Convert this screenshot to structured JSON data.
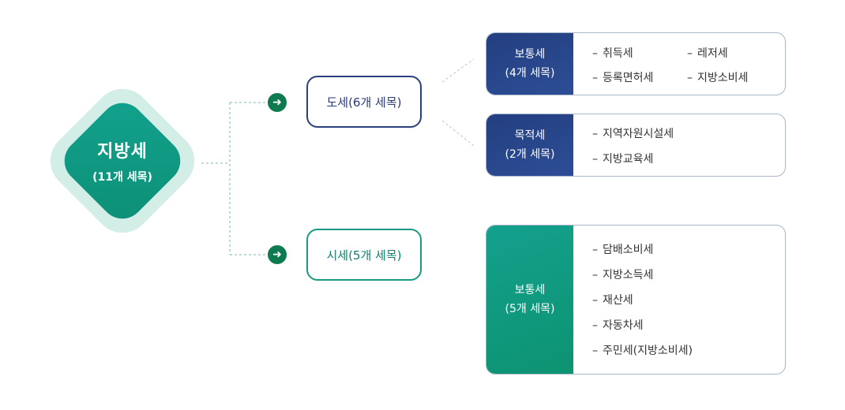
{
  "root": {
    "title": "지방세",
    "subtitle": "(11개 세목)"
  },
  "arrow_glyph": "➜",
  "categories": [
    {
      "label": "도세(6개 세목)"
    },
    {
      "label": "시세(5개 세목)"
    }
  ],
  "panels": [
    {
      "head_title": "보통세",
      "head_sub": "(4개 세목)",
      "items": [
        "취득세",
        "레저세",
        "등록면허세",
        "지방소비세"
      ]
    },
    {
      "head_title": "목적세",
      "head_sub": "(2개 세목)",
      "items": [
        "지역자원시설세",
        "지방교육세"
      ]
    },
    {
      "head_title": "보통세",
      "head_sub": "(5개 세목)",
      "items": [
        "담배소비세",
        "지방소득세",
        "재산세",
        "자동차세",
        "주민세(지방소비세)"
      ]
    }
  ],
  "colors": {
    "navy": "#2b3f7c",
    "green": "#13a08d",
    "arrow": "#0d7a4f",
    "halo": "#d3ede7"
  }
}
